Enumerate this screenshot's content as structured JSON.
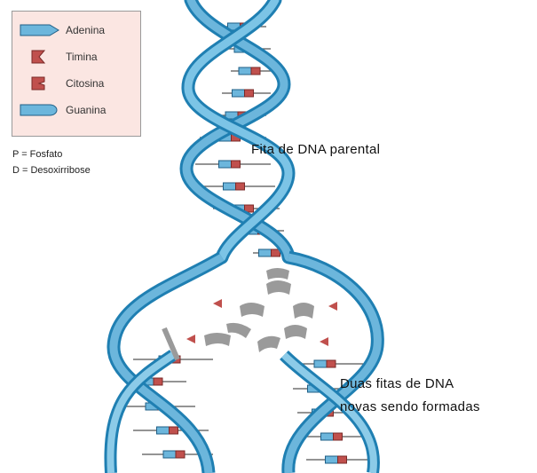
{
  "legend": {
    "items": [
      {
        "label": "Adenina",
        "icon": "adenine-icon",
        "color": "#6cb6dc"
      },
      {
        "label": "Timina",
        "icon": "thymine-icon",
        "color": "#c0504d"
      },
      {
        "label": "Citosina",
        "icon": "cytosine-icon",
        "color": "#c0504d"
      },
      {
        "label": "Guanina",
        "icon": "guanine-icon",
        "color": "#6cb6dc"
      }
    ]
  },
  "abbreviations": {
    "phosphate": "P = Fosfato",
    "deoxyribose": "D = Desoxirribose"
  },
  "annotations": {
    "parental_strand": "Fita de DNA parental",
    "new_strands_line1": "Duas fitas de DNA",
    "new_strands_line2": "novas sendo formadas"
  },
  "colors": {
    "backbone": "#4aa3cf",
    "backbone_dark": "#1f7fb2",
    "adenine": "#6cb6dc",
    "thymine": "#c0504d",
    "free_nucleotide": "#9a9a9a",
    "legend_bg": "#fbe6e2"
  }
}
